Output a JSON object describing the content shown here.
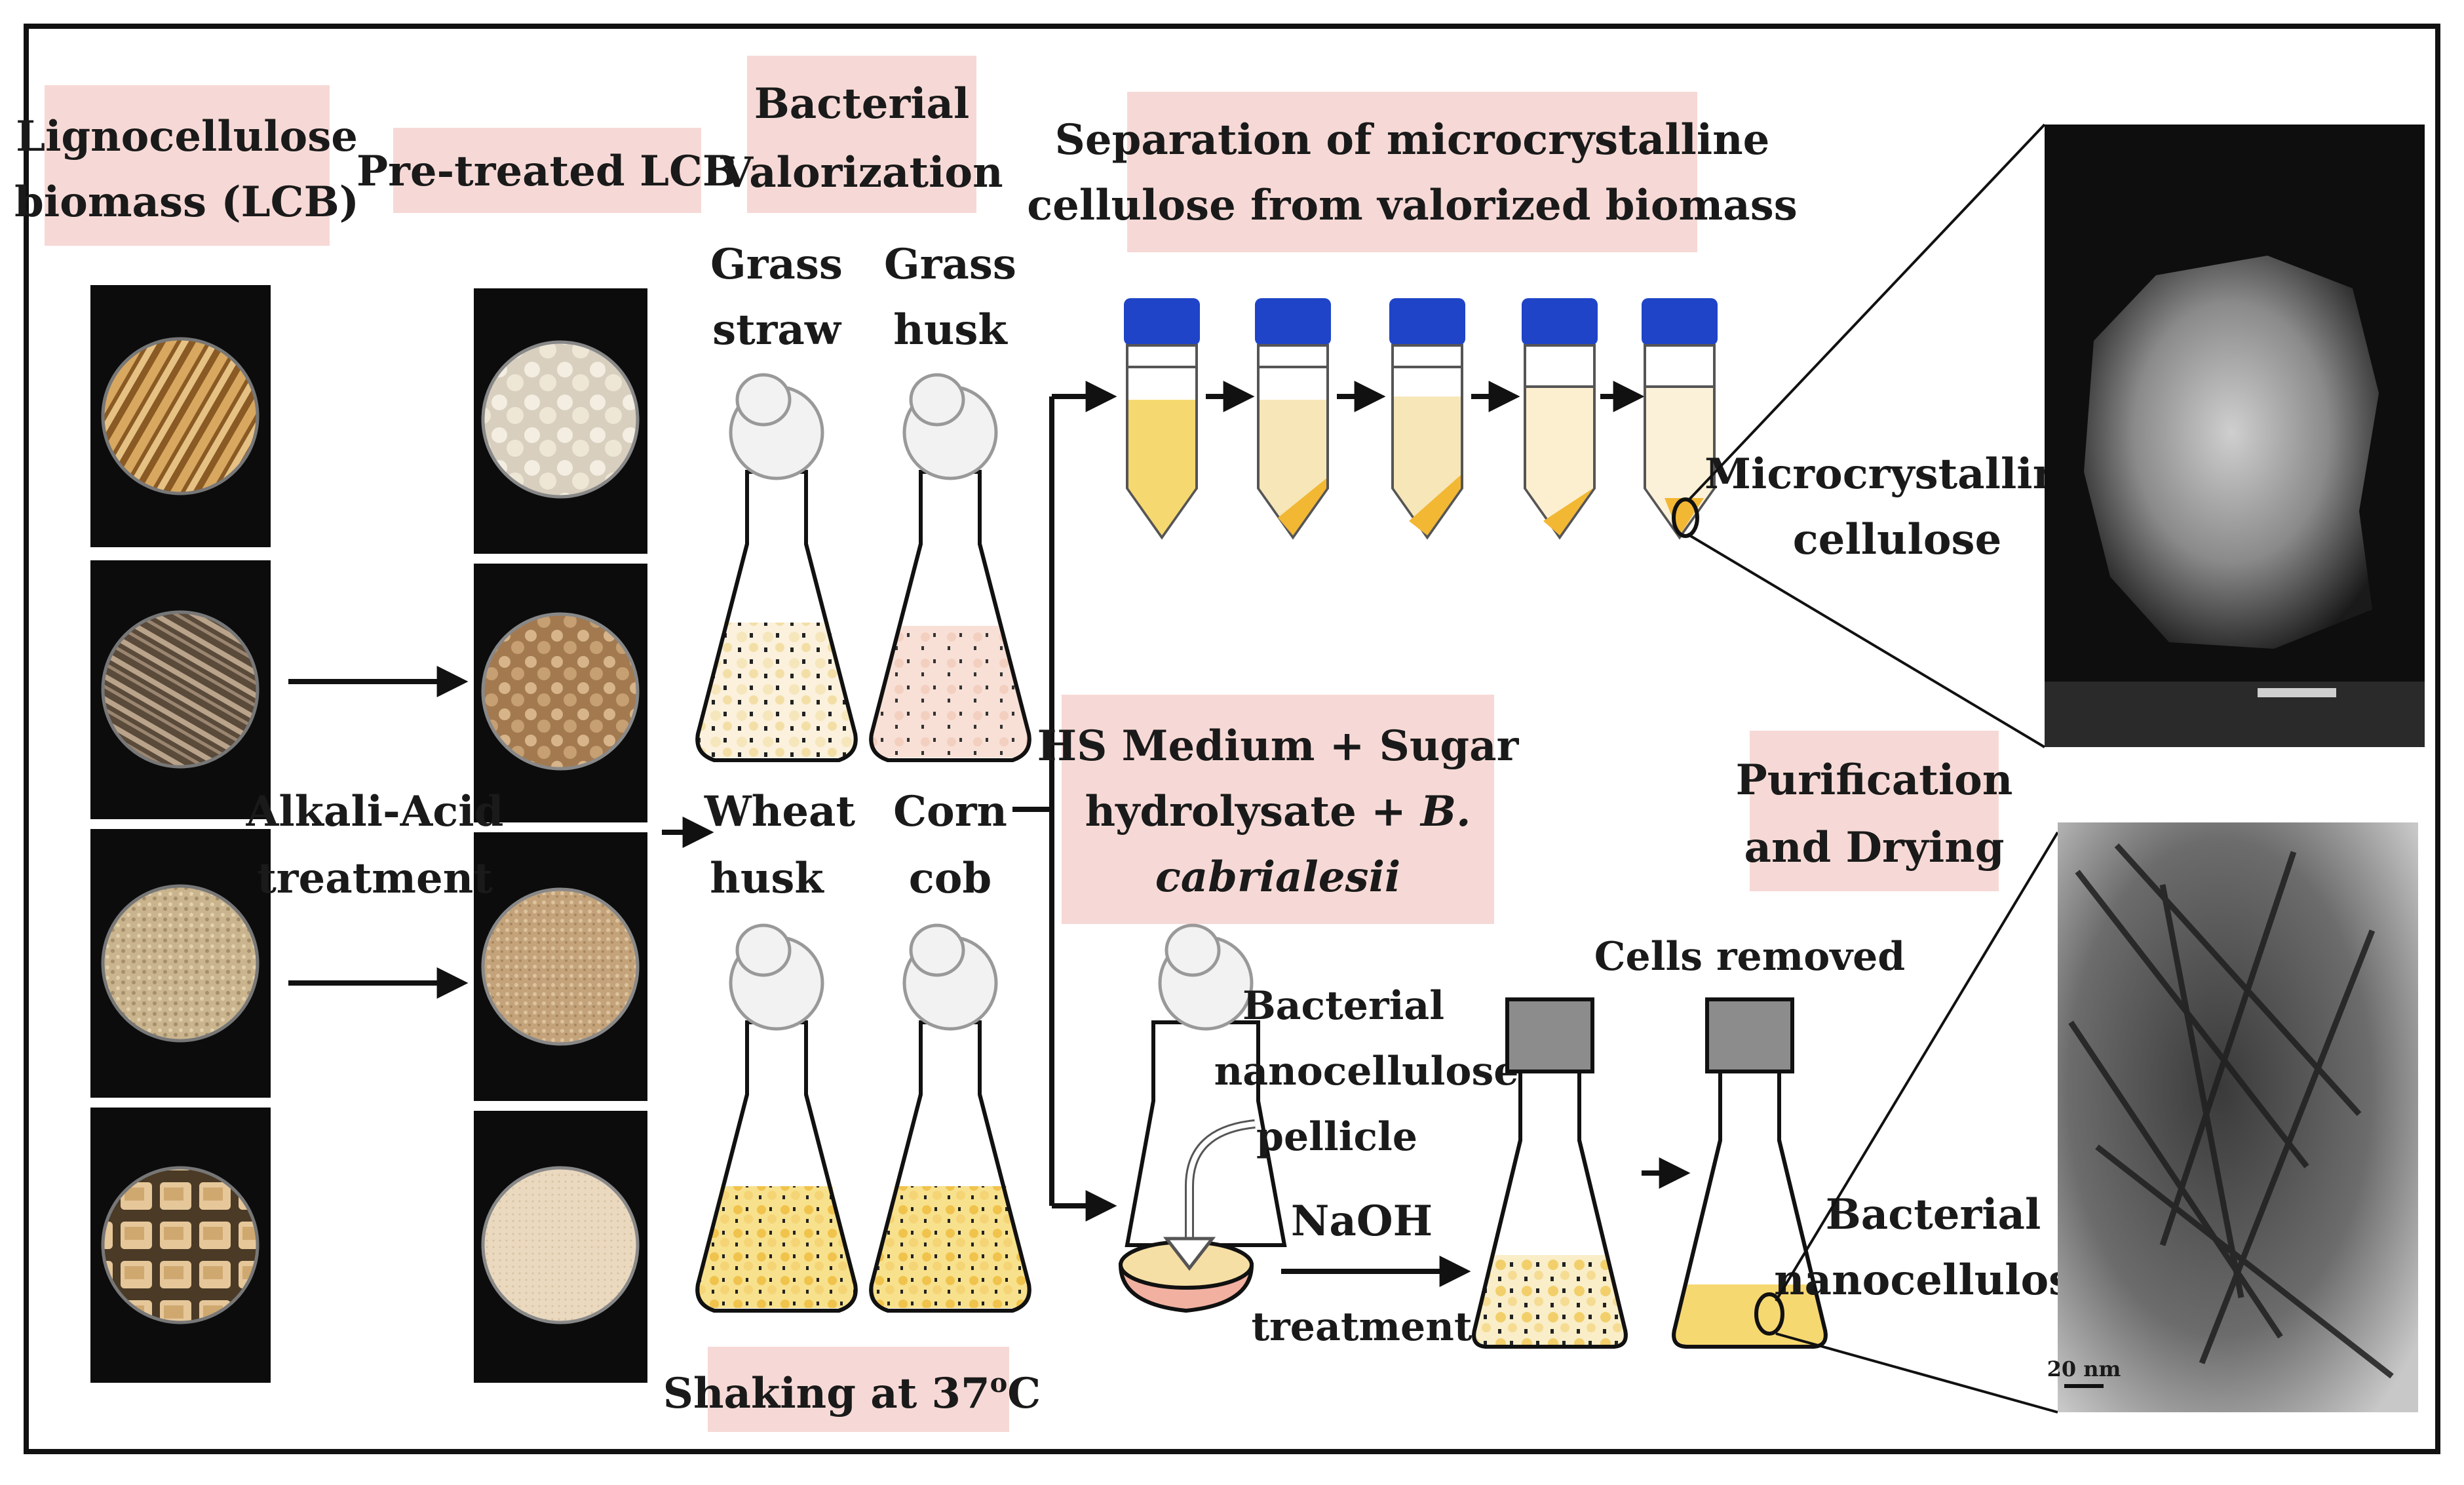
{
  "labels": {
    "lcb_line1": "Lignocellulose",
    "lcb_line2": "biomass (LCB)",
    "pretreated": "Pre-treated LCB",
    "valorization_line1": "Bacterial",
    "valorization_line2": "Valorization",
    "separation_line1": "Separation of microcrystalline",
    "separation_line2": "cellulose from valorized biomass",
    "grass_straw_1": "Grass",
    "grass_straw_2": "straw",
    "grass_husk_1": "Grass",
    "grass_husk_2": "husk",
    "wheat_husk_1": "Wheat",
    "wheat_husk_2": "husk",
    "corn_cob_1": "Corn",
    "corn_cob_2": "cob",
    "alkali_1": "Alkali-Acid",
    "alkali_2": "treatment",
    "mcc_1": "Microcrystalline",
    "mcc_2": "cellulose",
    "hs_1": "HS Medium + Sugar",
    "hs_2a": "hydrolysate + ",
    "hs_2b": "B.",
    "hs_3": "cabrialesii",
    "purif_1": "Purification",
    "purif_2": "and Drying",
    "cells_removed": "Cells removed",
    "bnp_1": "Bacterial",
    "bnp_2": "nanocellulose",
    "bnp_3": "pellicle",
    "naoh": "NaOH",
    "treatment": "treatment",
    "bnc_1": "Bacterial",
    "bnc_2": "nanocellulose",
    "shaking_a": "Shaking at 37",
    "shaking_sup": "o",
    "shaking_b": "C",
    "sem_scale": "20 nm"
  },
  "colors": {
    "label_bg": "#f6d9d6",
    "cap_blue": "#1f44c8",
    "cap_gray": "#8c8c8c",
    "liquid_yellow": "#f6e6b8",
    "pellet_orange": "#f2b733",
    "pink_liquid": "#f6dcd0"
  }
}
